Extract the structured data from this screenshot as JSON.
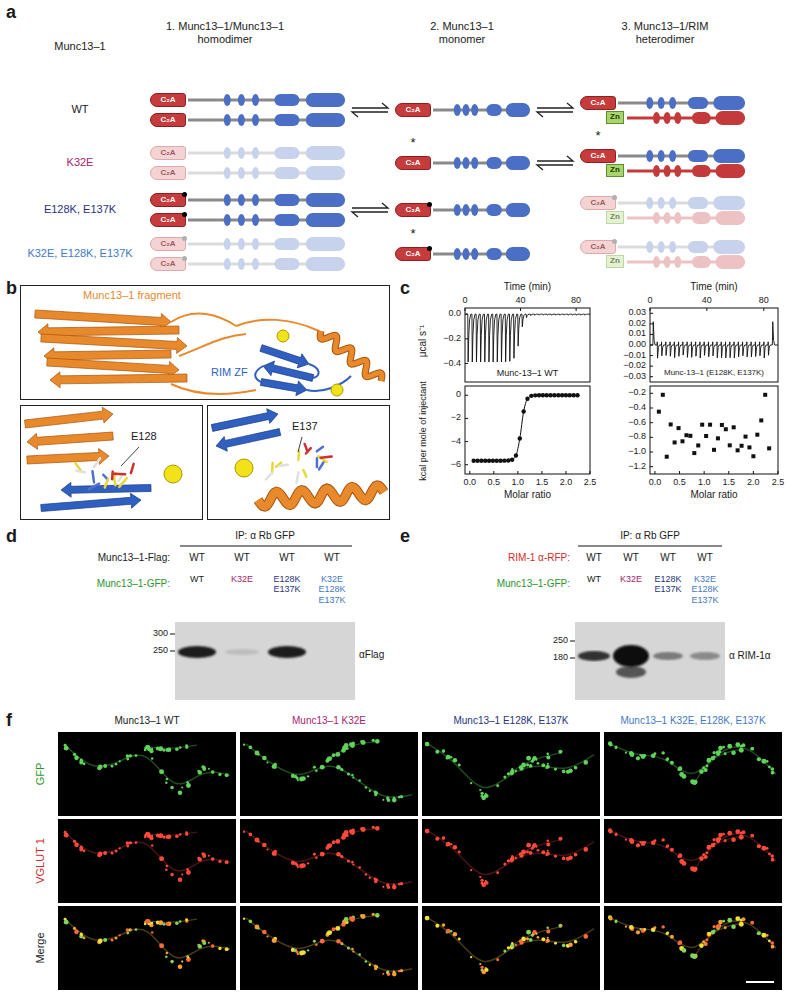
{
  "diagram": {
    "nodes": [
      {
        "text": [
          "C₂A"
        ]
      },
      {
        "text": [
          "C₂A"
        ]
      },
      {
        "text": [
          "C₂A"
        ]
      },
      {
        "text": [
          "C₂A"
        ]
      },
      {
        "text": [
          "Zn"
        ]
      },
      {
        "text": [
          "C₂A"
        ]
      },
      {
        "text": [
          "C₂A"
        ]
      },
      {
        "text": [
          "C₂A"
        ]
      },
      {
        "text": [
          "C₂A"
        ]
      },
      {
        "text": [
          "Zn"
        ]
      },
      {
        "text": [
          "C₂A"
        ]
      },
      {
        "text": [
          "C₂A"
        ]
      },
      {
        "text": [
          "C₂A"
        ]
      },
      {
        "text": [
          "C₂A"
        ]
      },
      {
        "text": [
          "Zn"
        ]
      },
      {
        "text": [
          "C₂A"
        ]
      },
      {
        "text": [
          "C₂A"
        ]
      },
      {
        "text": [
          "C₂A"
        ]
      },
      {
        "text": [
          "C₂A"
        ]
      },
      {
        "text": [
          "Zn"
        ]
      },
      {
        "text": [
          "Munc13–1 fragment",
          "RIM ZF"
        ]
      },
      {
        "text": [
          "E128"
        ]
      },
      {
        "text": [
          "E137"
        ]
      }
    ],
    "labels": [
      "a",
      "Munc13–1",
      "1. Munc13–1/Munc13–1 homodimer",
      "2. Munc13–1 monomer",
      "3. Munc13–1/RIM heterodimer",
      "WT",
      "K32E",
      "E128K, E137K",
      "K32E, E128K, E137K",
      "*",
      "*",
      "*",
      "b",
      "c",
      "Time (min)",
      "0",
      "40",
      "80",
      "μcal s⁻¹",
      "0.0",
      "−0.2",
      "−0.4",
      "Munc-13–1 WT",
      "kcal per mole of injectant",
      "0",
      "−2",
      "−4",
      "−6",
      "Molar ratio",
      "0.0",
      "0.5",
      "1.0",
      "1.5",
      "2.0",
      "2.5",
      "Time (min)",
      "0",
      "40",
      "80",
      "0.03",
      "0.02",
      "0.01",
      "0.00",
      "−0.01",
      "−0.02",
      "−0.03",
      "Munc-13–1 (E128K, E137K)",
      "−0.2",
      "−0.4",
      "−0.6",
      "−0.8",
      "−1.0",
      "−1.2",
      "Molar ratio",
      "0.0",
      "0.5",
      "1.0",
      "1.5",
      "2.0",
      "2.5",
      "d",
      "IP: α Rb GFP",
      "Munc13–1-Flag:",
      "WT",
      "WT",
      "WT",
      "WT",
      "Munc13–1-GFP:",
      "WT",
      "K32E",
      "E128K E137K",
      "K32E E128K E137K",
      "300",
      "250",
      "αFlag",
      "e",
      "IP: α Rb GFP",
      "RIM-1 α-RFP:",
      "WT",
      "WT",
      "WT",
      "WT",
      "Munc13–1-GFP:",
      "WT",
      "K32E",
      "E128K E137K",
      "K32E E128K E137K",
      "250",
      "180",
      "α RIM-1α",
      "f",
      "Munc13–1 WT",
      "Munc13–1 K32E",
      "Munc13–1 E128K, E137K",
      "Munc13–1 K32E, E128K, E137K",
      "GFP",
      "VGLUT 1",
      "Merge"
    ]
  }
}
